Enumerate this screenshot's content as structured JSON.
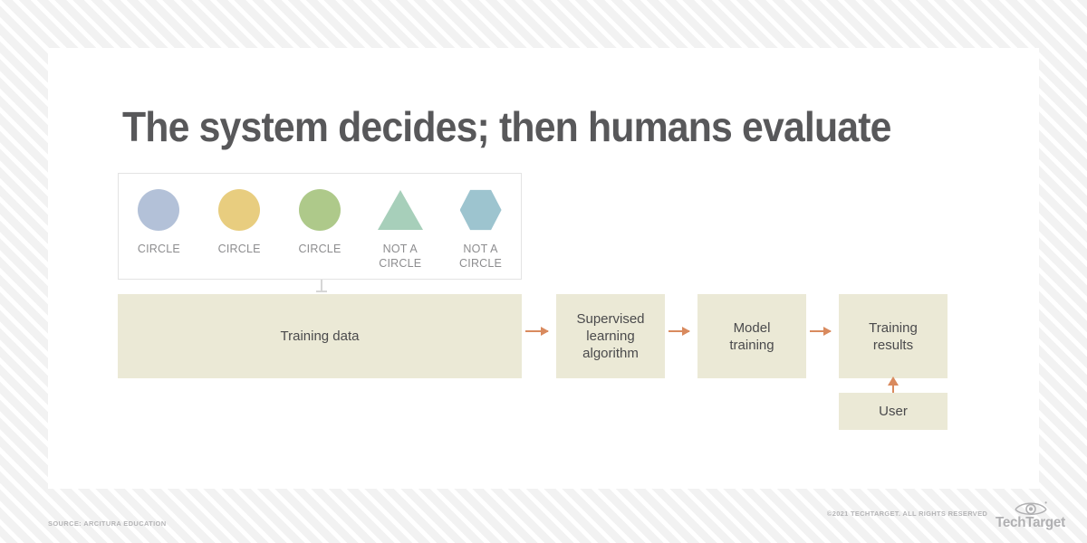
{
  "card": {
    "title": "The system decides; then humans evaluate"
  },
  "legend": {
    "items": [
      {
        "shape": "circle",
        "color": "#b3c1d8",
        "label": "CIRCLE"
      },
      {
        "shape": "circle",
        "color": "#e8cd7f",
        "label": "CIRCLE"
      },
      {
        "shape": "circle",
        "color": "#aec98a",
        "label": "CIRCLE"
      },
      {
        "shape": "triangle",
        "color": "#a7cfba",
        "label": "NOT A\nCIRCLE"
      },
      {
        "shape": "hexagon",
        "color": "#9dc4cf",
        "label": "NOT A\nCIRCLE"
      }
    ]
  },
  "flow": {
    "box_color": "#ebe9d6",
    "arrow_color": "#d98a5e",
    "boxes": {
      "training_data": "Training data",
      "algorithm": "Supervised\nlearning\nalgorithm",
      "model_training": "Model\ntraining",
      "training_results": "Training\nresults",
      "user": "User"
    }
  },
  "footer": {
    "source": "SOURCE: ARCITURA EDUCATION",
    "copyright": "©2021 TECHTARGET. ALL RIGHTS RESERVED",
    "brand": "TechTarget"
  }
}
